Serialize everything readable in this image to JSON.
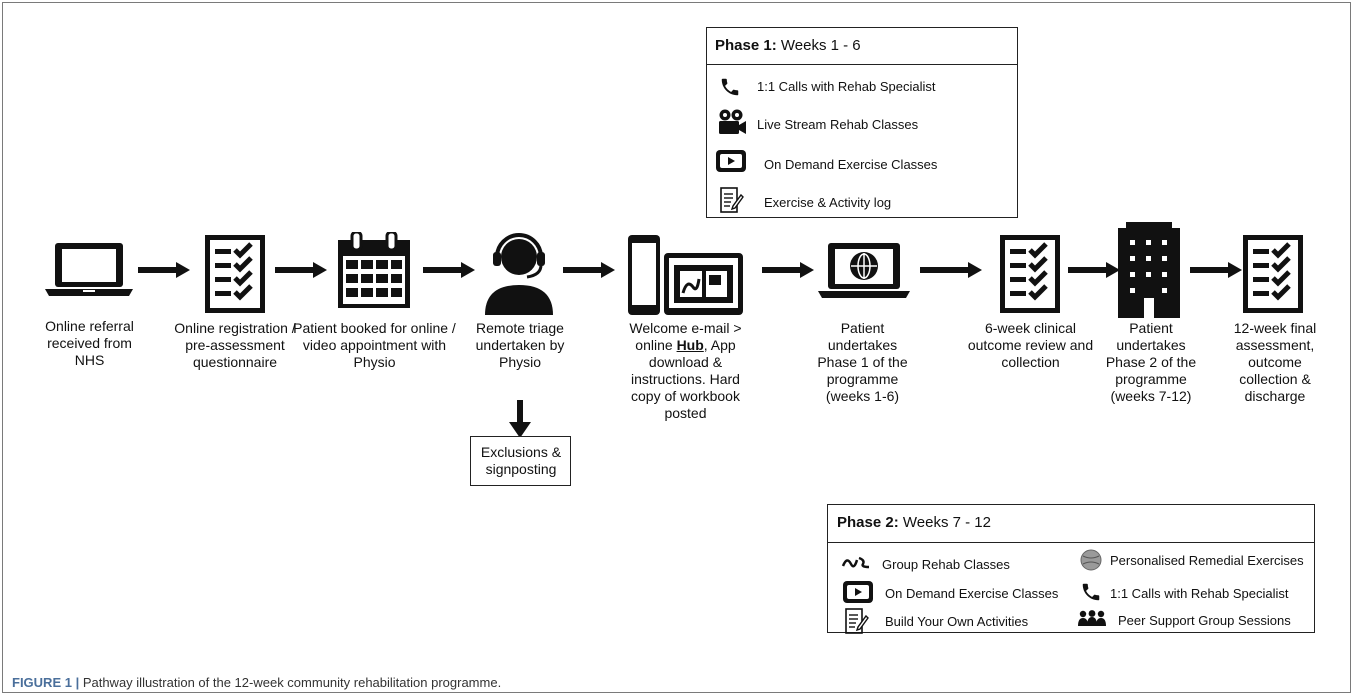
{
  "figure": {
    "caption_label": "FIGURE 1 |",
    "caption_text": " Pathway illustration of the 12-week community rehabilitation programme."
  },
  "steps": [
    {
      "icon": "laptop-icon",
      "text": "Online referral received from NHS"
    },
    {
      "icon": "checklist-icon",
      "text": "Online registration / pre-assessment questionnaire"
    },
    {
      "icon": "calendar-icon",
      "text": "Patient booked for online / video appointment with Physio"
    },
    {
      "icon": "headset-person-icon",
      "text": "Remote triage undertaken by Physio"
    },
    {
      "icon": "phone-tablet-icon",
      "text_before": "Welcome e-mail > online ",
      "text_hub": "Hub",
      "text_after": ", App download & instructions. Hard copy of workbook posted"
    },
    {
      "icon": "laptop-globe-icon",
      "text": "Patient undertakes Phase 1 of the programme (weeks 1-6)"
    },
    {
      "icon": "checklist-icon",
      "text": "6-week clinical outcome review and collection"
    },
    {
      "icon": "building-icon",
      "text": "Patient undertakes Phase 2 of the programme (weeks 7-12)"
    },
    {
      "icon": "checklist-icon",
      "text": "12-week final assessment, outcome collection & discharge"
    }
  ],
  "exclusions": {
    "text": "Exclusions & signposting"
  },
  "phase1": {
    "title_bold": "Phase 1:",
    "title_rest": " Weeks 1 - 6",
    "items": [
      {
        "icon": "phone-icon",
        "label": "1:1 Calls with Rehab Specialist"
      },
      {
        "icon": "video-camera-icon",
        "label": "Live Stream Rehab Classes"
      },
      {
        "icon": "play-screen-icon",
        "label": "On Demand Exercise Classes"
      },
      {
        "icon": "notepad-pen-icon",
        "label": "Exercise & Activity log"
      }
    ]
  },
  "phase2": {
    "title_bold": "Phase 2:",
    "title_rest": " Weeks 7 - 12",
    "items": [
      {
        "icon": "group-arrows-icon",
        "label": "Group Rehab Classes"
      },
      {
        "icon": "exercise-ball-icon",
        "label": "Personalised Remedial Exercises"
      },
      {
        "icon": "play-screen-icon",
        "label": "On Demand Exercise Classes"
      },
      {
        "icon": "phone-icon",
        "label": "1:1 Calls with Rehab Specialist"
      },
      {
        "icon": "notepad-pen-icon",
        "label": "Build Your Own Activities"
      },
      {
        "icon": "people-group-icon",
        "label": "Peer Support Group Sessions"
      }
    ]
  }
}
